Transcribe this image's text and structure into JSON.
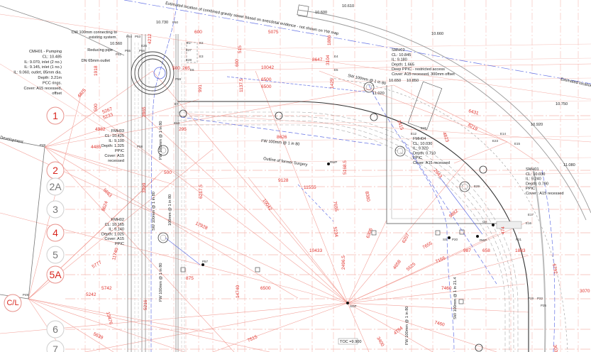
{
  "drawing": {
    "colors": {
      "dimension": "#e0302a",
      "construction": "#f0a097",
      "pipe": "#4a5be0",
      "structure": "#555555"
    },
    "grid_bubbles": [
      {
        "label": "1",
        "style": "red"
      },
      {
        "label": "2",
        "style": "red"
      },
      {
        "label": "2A",
        "style": "grey"
      },
      {
        "label": "3",
        "style": "grey"
      },
      {
        "label": "4",
        "style": "red"
      },
      {
        "label": "5",
        "style": "grey"
      },
      {
        "label": "5A",
        "style": "red"
      },
      {
        "label": "C/L",
        "style": "red"
      },
      {
        "label": "6",
        "style": "grey"
      },
      {
        "label": "7",
        "style": "grey"
      }
    ],
    "dimensions": [
      "600",
      "5075",
      "4212",
      "515",
      "8647",
      "3104",
      "1886",
      "600",
      "10042",
      "6500",
      "6500",
      "1918",
      "500",
      "265",
      "4825",
      "991",
      "1137.5",
      "1425",
      "500",
      "5267",
      "5233",
      "2865",
      "295",
      "8626",
      "4982",
      "4485",
      "500",
      "9128",
      "11555",
      "5168.5",
      "7655",
      "8360",
      "10042",
      "6217.5",
      "3299",
      "5663",
      "8624",
      "12928",
      "11740",
      "5777",
      "5742",
      "5242",
      "875",
      "6500",
      "14740",
      "10433",
      "2496.5",
      "5216",
      "13476",
      "5639",
      "7515",
      "5234",
      "6306",
      "6207",
      "9882",
      "7655",
      "4658",
      "5525",
      "7155",
      "987",
      "658",
      "1883",
      "474",
      "7460",
      "7460",
      "4784",
      "3400",
      "6792",
      "3070",
      "3030",
      "6431",
      "8219",
      "2415",
      "4823",
      "2943"
    ],
    "notes": {
      "sewer_estimate": "Estimated location of combined gravity sewer based on anecdotal evidence - not shown on YW map",
      "sewer_estimate_right": "Estimated location o",
      "cw_connection": [
        "CW 100mm connecting to",
        "existing system."
      ],
      "reducing_pipe": "Reducing pipe",
      "dn_outlet": "DN 65mm outlet",
      "development": "Development",
      "cmh01": [
        "CMH01 - Pumping",
        "CL: 10.485",
        "IL: 9.070, inlet (2 no.)",
        "IL: 9.145, inlet (1 no.)",
        "IL: 9.060, outlet, 85mm dia.",
        "Depth: 3.21m",
        "PCC rings.",
        "Cover: A15 recessed,",
        "offset"
      ],
      "fmh03": [
        "FMH03",
        "CL: 10.425",
        "IL: 9.100",
        "Depth: 1.325",
        "PPIC",
        "Cover: A15",
        "recessed"
      ],
      "fmh02": [
        "FMH02",
        "CL: 10.165",
        "IL: 9.140",
        "Depth: 1.025",
        "Cover: A15",
        "PPIC"
      ],
      "smh02": [
        "SMH02",
        "CL: 10.845",
        "IL: 9.180",
        "Depth: 1.665",
        "Deep PPIC - restricted access",
        "Cover: A15 recessed, 300mm offset"
      ],
      "fmh04": [
        "FMH04",
        "CL: 10.030",
        "IL: 9.320",
        "Depth: 0.710",
        "PPIC",
        "Cover: A15 recessed"
      ],
      "smh01": [
        "SMH01",
        "CL: 10.030",
        "IL: 9.240",
        "Depth: 0.790",
        "PPIC",
        "Cover : A15 recessed"
      ],
      "former_surgery": "Outline of former Surgery",
      "toc": "TOC =9.900"
    },
    "pipe_labels": [
      "SW 100mm @ 1 in 80",
      "FW 100mm @ 1 in 80",
      "FW 100mm @ 1 in 80",
      "SW 100mm @ 1 in 80",
      "100mm @ 1 in 80",
      "FW 100mm @ 1 in 80",
      "FW 100mm @ 1 in 80",
      "SW 100mm @ 1 in 21.4"
    ],
    "levels": [
      "10.730",
      "10.560",
      "10.600",
      "10.610",
      "10.660",
      "10.750",
      "10.920",
      "11.080",
      "10.650",
      "11.020",
      "10.850"
    ],
    "tags": [
      "P50",
      "P54",
      "P53",
      "P52",
      "P55",
      "P56",
      "P59",
      "E1",
      "E2",
      "E3",
      "E4",
      "E5",
      "E6",
      "E7",
      "E12",
      "E13",
      "E14",
      "E15",
      "E23",
      "E25",
      "E26",
      "E27",
      "E28",
      "P57",
      "P58",
      "P20",
      "P21",
      "P22",
      "P25",
      "P19",
      "P49",
      "P48",
      "RWP",
      "RWP",
      "SS",
      "CH",
      "SOP",
      "E29",
      "E16",
      "E17"
    ]
  }
}
